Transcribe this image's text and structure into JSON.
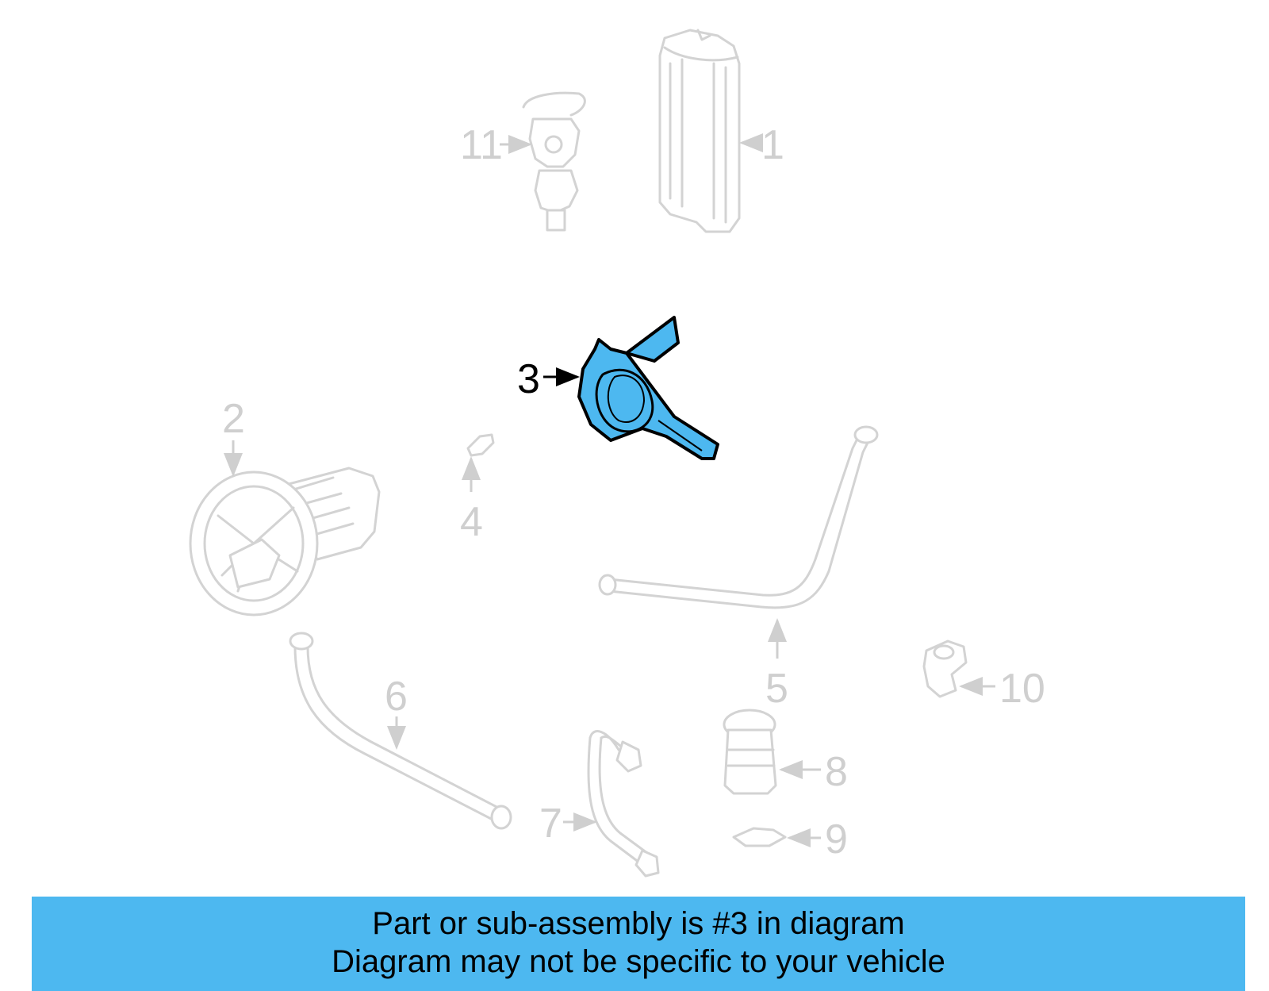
{
  "diagram": {
    "highlight_color": "#4db8f0",
    "ghost_color": "#d3d3d3",
    "highlighted_part": "3",
    "callouts": [
      "1",
      "2",
      "3",
      "4",
      "5",
      "6",
      "7",
      "8",
      "9",
      "10",
      "11"
    ]
  },
  "banner": {
    "line1": "Part or sub-assembly is #3 in diagram",
    "line2": "Diagram may not be specific to your vehicle",
    "color": "#4db8f0"
  }
}
